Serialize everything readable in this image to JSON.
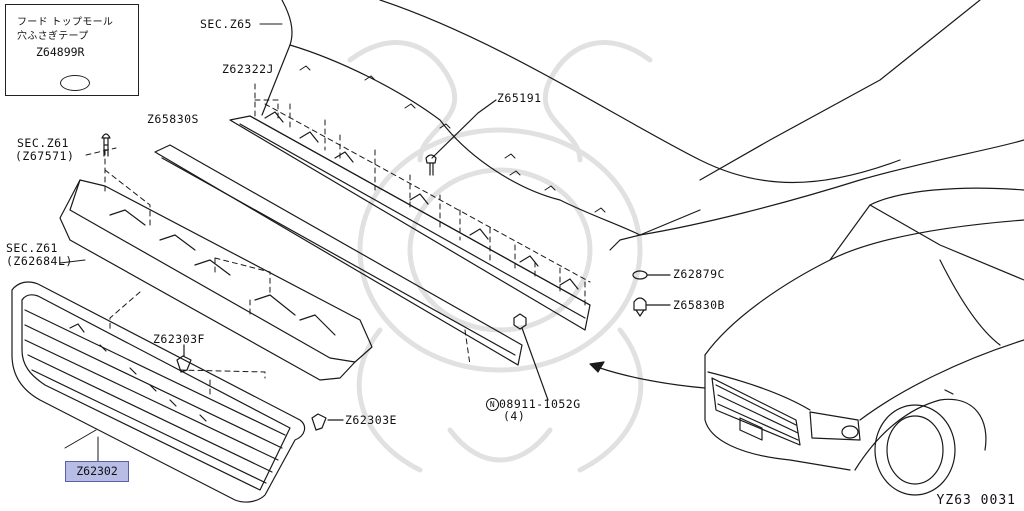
{
  "diagram": {
    "legend": {
      "line1": "フード トップモール",
      "line2": "穴ふさぎテープ",
      "part": "Z64899R"
    },
    "labels": {
      "sec_z65": "SEC.Z65",
      "z62322j": "Z62322J",
      "z65191": "Z65191",
      "z65830s": "Z65830S",
      "sec_z61_a": "SEC.Z61",
      "z67571": "(Z67571)",
      "sec_z61_b": "SEC.Z61",
      "z62684l": "(Z62684L)",
      "z62879c": "Z62879C",
      "z65830b": "Z65830B",
      "z62303f": "Z62303F",
      "z62303e": "Z62303E",
      "z62302": "Z62302",
      "nut_part": "08911-1052G",
      "nut_qty": "(4)",
      "figure_code": "YZ63 0031"
    },
    "highlight_color": "#b8bde6"
  }
}
